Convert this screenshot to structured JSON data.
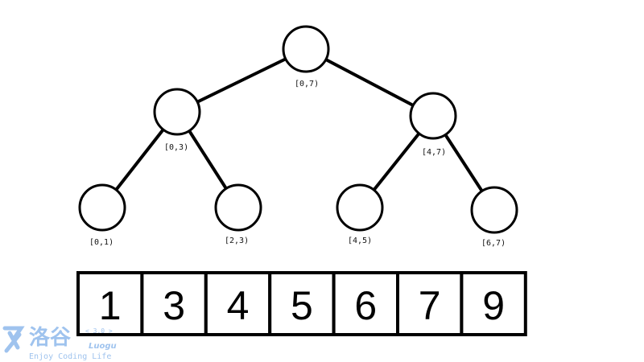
{
  "tree": {
    "nodes": [
      {
        "id": "root",
        "label": "[0,7)"
      },
      {
        "id": "left",
        "label": "[0,3)"
      },
      {
        "id": "right",
        "label": "[4,7)"
      },
      {
        "id": "ll",
        "label": "[0,1)"
      },
      {
        "id": "lr",
        "label": "[2,3)"
      },
      {
        "id": "rl",
        "label": "[4,5)"
      },
      {
        "id": "rr",
        "label": "[6,7)"
      }
    ],
    "edges": [
      [
        "root",
        "left"
      ],
      [
        "root",
        "right"
      ],
      [
        "left",
        "ll"
      ],
      [
        "left",
        "lr"
      ],
      [
        "right",
        "rl"
      ],
      [
        "right",
        "rr"
      ]
    ]
  },
  "array": {
    "values": [
      "1",
      "3",
      "4",
      "5",
      "6",
      "7",
      "9"
    ]
  },
  "watermark": {
    "logo": "洛谷",
    "version": "< 3.0 >",
    "name": "Luogu",
    "slogan": "Enjoy Coding Life"
  },
  "colors": {
    "stroke": "#000000",
    "watermark": "#9fc3ee"
  }
}
